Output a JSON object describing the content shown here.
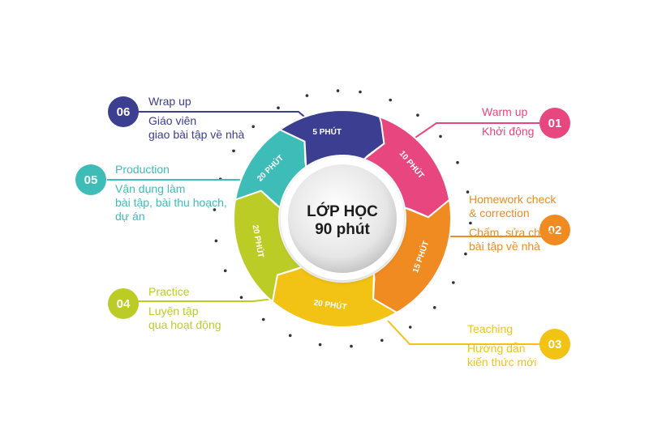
{
  "center": {
    "line1": "LỚP HỌC",
    "line2": "90 phút"
  },
  "stages": [
    {
      "id": "warmup",
      "number": "01",
      "english": "Warm up",
      "vietnamese": "Khởi động",
      "duration": "10 PHÚT",
      "color": "#e8467f"
    },
    {
      "id": "homework",
      "number": "02",
      "english": "Homework check\n& correction",
      "vietnamese": "Chấm, sửa chữa\nbài tập về nhà",
      "duration": "15 PHÚT",
      "color": "#f08b22"
    },
    {
      "id": "teaching",
      "number": "03",
      "english": "Teaching",
      "vietnamese": "Hướng dẫn\nkiến thức mới",
      "duration": "20 PHÚT",
      "color": "#f2c314"
    },
    {
      "id": "practice",
      "number": "04",
      "english": "Practice",
      "vietnamese": "Luyện tập\nqua hoạt động",
      "duration": "20 PHÚT",
      "color": "#bccc27"
    },
    {
      "id": "production",
      "number": "05",
      "english": "Production",
      "vietnamese": "Vận dụng làm\nbài tập, bài thu hoạch,\ndự án",
      "duration": "20 PHÚT",
      "color": "#3dbcb8"
    },
    {
      "id": "wrapup",
      "number": "06",
      "english": "Wrap up",
      "vietnamese": "Giáo viên\ngiao bài tập về nhà",
      "duration": "5 PHÚT",
      "color": "#3c3e91"
    }
  ]
}
